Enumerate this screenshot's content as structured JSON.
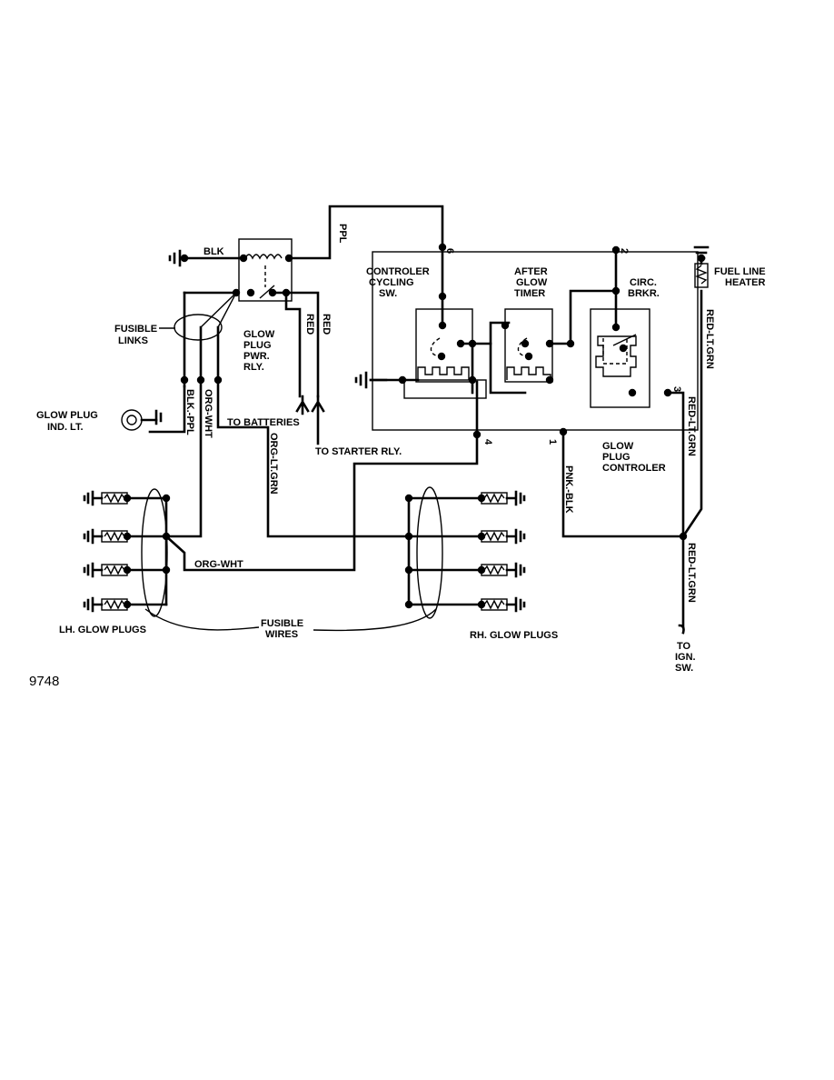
{
  "figure_number": "9748",
  "labels": {
    "blk": "BLK",
    "ppl": "PPL",
    "red_1": "RED",
    "red_2": "RED",
    "fusible_links_1": "FUSIBLE",
    "fusible_links_2": "LINKS",
    "glow_plug_pwr_rly_1": "GLOW",
    "glow_plug_pwr_rly_2": "PLUG",
    "glow_plug_pwr_rly_3": "PWR.",
    "glow_plug_pwr_rly_4": "RLY.",
    "glow_plug_ind_lt_1": "GLOW PLUG",
    "glow_plug_ind_lt_2": "IND. LT.",
    "blk_ppl": "BLK.-PPL",
    "org_wht_vertical": "ORG-WHT",
    "org_lt_grn": "ORG-LT.GRN",
    "to_batteries": "TO BATTERIES",
    "to_starter_rly": "TO STARTER RLY.",
    "controler_cycling_sw_1": "CONTROLER",
    "controler_cycling_sw_2": "CYCLING",
    "controler_cycling_sw_3": "SW.",
    "after_glow_timer_1": "AFTER",
    "after_glow_timer_2": "GLOW",
    "after_glow_timer_3": "TIMER",
    "circ_brkr_1": "CIRC.",
    "circ_brkr_2": "BRKR.",
    "fuel_line_heater_1": "FUEL LINE",
    "fuel_line_heater_2": "HEATER",
    "red_lt_grn_top": "RED-LT.GRN",
    "red_lt_grn_mid": "RED-LT.GRN",
    "red_lt_grn_bottom": "RED-LT.GRN",
    "pnk_blk": "PNK.-BLK",
    "glow_plug_controler_1": "GLOW",
    "glow_plug_controler_2": "PLUG",
    "glow_plug_controler_3": "CONTROLER",
    "terminal_6": "6",
    "terminal_2": "2",
    "terminal_3": "3",
    "terminal_4": "4",
    "terminal_1": "1",
    "org_wht_horizontal": "ORG-WHT",
    "lh_glow_plugs": "LH. GLOW PLUGS",
    "fusible_wires_1": "FUSIBLE",
    "fusible_wires_2": "WIRES",
    "rh_glow_plugs": "RH. GLOW PLUGS",
    "to_ign_sw_1": "TO",
    "to_ign_sw_2": "IGN.",
    "to_ign_sw_3": "SW."
  }
}
